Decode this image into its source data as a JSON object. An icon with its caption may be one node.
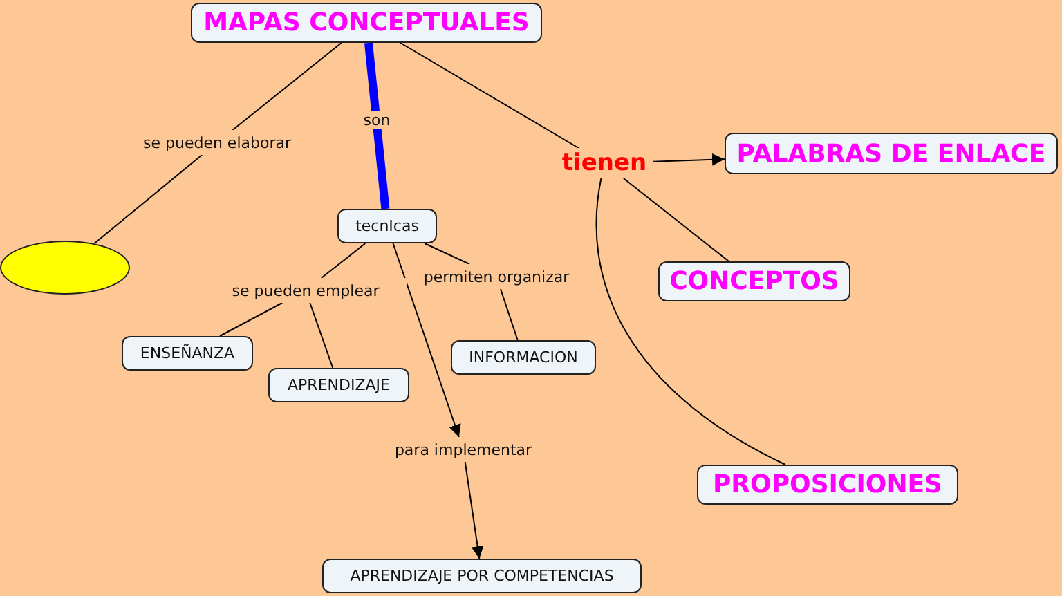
{
  "diagram": {
    "nodes": [
      {
        "text": [
          "MAPAS CONCEPTUALES"
        ]
      },
      {
        "text": [
          "se pueden elaborar"
        ]
      },
      {
        "text": [],
        "shape": "ellipse"
      },
      {
        "text": [
          "tecnIcas"
        ]
      },
      {
        "text": [
          "tienen"
        ]
      },
      {
        "text": [
          "PALABRAS DE ENLACE"
        ]
      },
      {
        "text": [
          "CONCEPTOS"
        ]
      },
      {
        "text": [
          "PROPOSICIONES"
        ]
      },
      {
        "text": [
          "se pueden emplear"
        ]
      },
      {
        "text": [
          "ENSEÑANZA"
        ]
      },
      {
        "text": [
          "APRENDIZAJE"
        ]
      },
      {
        "text": [
          "permiten organizar"
        ]
      },
      {
        "text": [
          "INFORMACION"
        ]
      },
      {
        "text": [
          "para implementar"
        ]
      },
      {
        "text": [
          "APRENDIZAJE POR COMPETENCIAS"
        ]
      }
    ],
    "edges": [
      {
        "from": 0,
        "to": 1,
        "arrow": "none"
      },
      {
        "from": 1,
        "to": 2,
        "arrow": "none"
      },
      {
        "from": 0,
        "to": 3,
        "arrow": "none",
        "label": "son",
        "style": "thick",
        "color": "#0000ff"
      },
      {
        "from": 0,
        "to": 4,
        "arrow": "none"
      },
      {
        "from": 4,
        "to": 5,
        "arrow": "to"
      },
      {
        "from": 4,
        "to": 6,
        "arrow": "none"
      },
      {
        "from": 4,
        "to": 7,
        "arrow": "none"
      },
      {
        "from": 3,
        "to": 8,
        "arrow": "none"
      },
      {
        "from": 8,
        "to": 9,
        "arrow": "none"
      },
      {
        "from": 8,
        "to": 10,
        "arrow": "none"
      },
      {
        "from": 3,
        "to": 11,
        "arrow": "none"
      },
      {
        "from": 11,
        "to": 12,
        "arrow": "none"
      },
      {
        "from": 3,
        "to": 13,
        "arrow": "to"
      },
      {
        "from": 13,
        "to": 14,
        "arrow": "to"
      }
    ]
  }
}
